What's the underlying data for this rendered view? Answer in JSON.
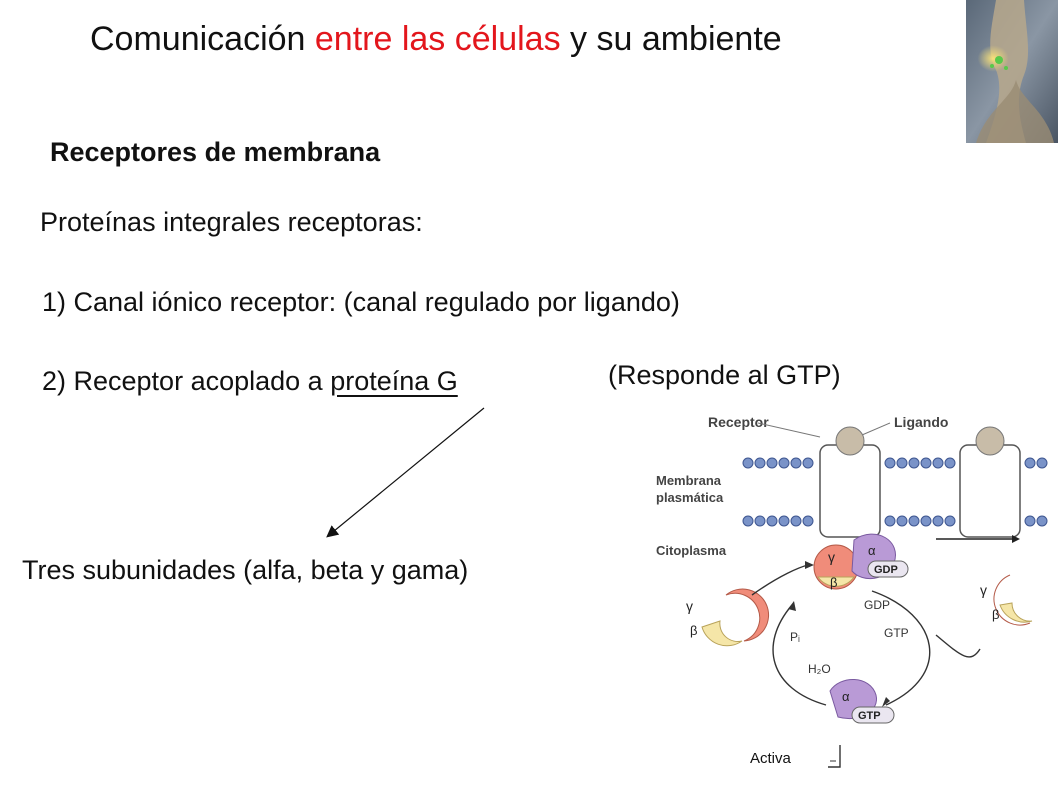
{
  "title": {
    "part1": "Comunicación ",
    "part2": "entre las células",
    "part3": " y su ambiente",
    "accent_color": "#e3161c"
  },
  "subtitle": "Receptores de membrana",
  "lines": {
    "intro": "Proteínas integrales receptoras:",
    "item1": "1) Canal iónico receptor: (canal regulado por ligando)",
    "item2_prefix": "2) Receptor acoplado a ",
    "item2_underlined": "proteína G",
    "item2_suffix": "(Responde al GTP)",
    "subunits": "Tres subunidades (alfa, beta y gama)"
  },
  "diagram": {
    "receptor": "Receptor",
    "ligand": "Ligando",
    "membrane_line1": "Membrana",
    "membrane_line2": "plasmática",
    "cytoplasm": "Citoplasma",
    "gamma": "γ",
    "alpha": "α",
    "beta": "β",
    "gdp": "GDP",
    "gtp": "GTP",
    "pi": "Pᵢ",
    "h2o": "H₂O",
    "activa": "Activa"
  },
  "colors": {
    "gamma_beta": "#f08c7a",
    "beta_fill": "#f5e6a8",
    "alpha": "#b99ad6",
    "ligand": "#c8bca8",
    "bead": "#7a93c8"
  },
  "icons": {
    "corner_image": "neuron-synapse-image"
  }
}
